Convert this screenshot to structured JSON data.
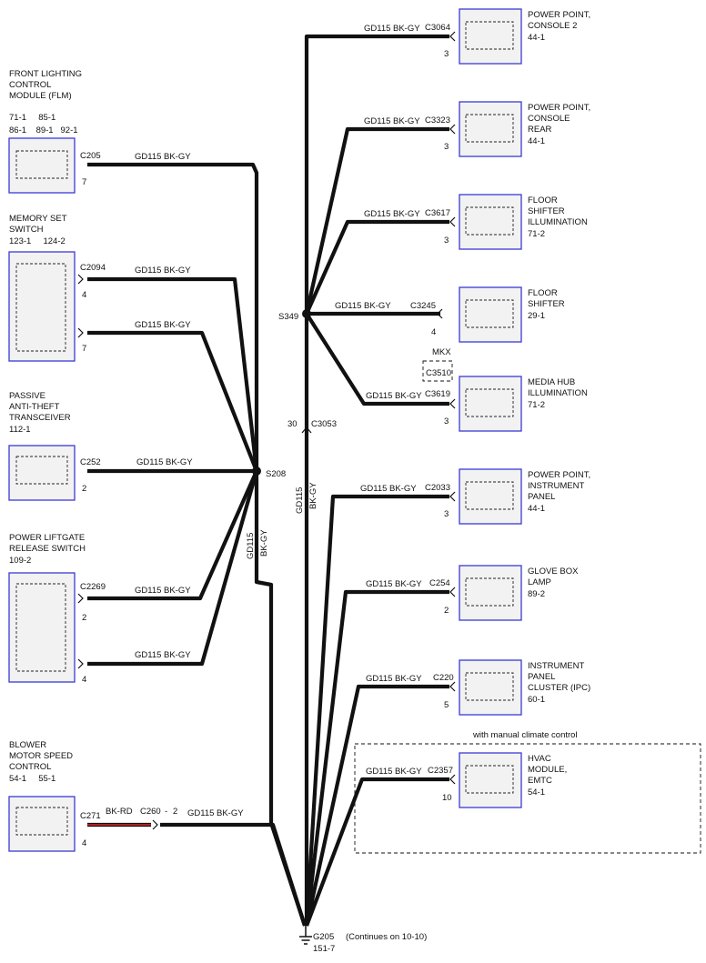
{
  "left_modules": [
    {
      "id": "flm",
      "lines": [
        "FRONT LIGHTING",
        "CONTROL",
        "MODULE (FLM)",
        "71-1     85-1",
        "86-1    89-1   92-1"
      ],
      "connector": "C205",
      "pins": [
        "7"
      ]
    },
    {
      "id": "memory",
      "lines": [
        "MEMORY SET",
        "SWITCH",
        "123-1     124-2"
      ],
      "connector": "C2094",
      "pins": [
        "4",
        "7"
      ]
    },
    {
      "id": "pats",
      "lines": [
        "PASSIVE",
        "ANTI-THEFT",
        "TRANSCEIVER",
        "112-1"
      ],
      "connector": "C252",
      "pins": [
        "2"
      ]
    },
    {
      "id": "liftgate",
      "lines": [
        "POWER LIFTGATE",
        "RELEASE SWITCH",
        "109-2"
      ],
      "connector": "C2269",
      "pins": [
        "2",
        "4"
      ]
    },
    {
      "id": "blower",
      "lines": [
        "BLOWER",
        "MOTOR SPEED",
        "CONTROL",
        "54-1     55-1"
      ],
      "connector": "C271",
      "pins": [
        "4"
      ]
    }
  ],
  "right_modules": [
    {
      "id": "pp_console2",
      "lines": [
        "POWER POINT,",
        "CONSOLE 2",
        "44-1"
      ],
      "connector": "C3064",
      "pin": "3"
    },
    {
      "id": "pp_console_rear",
      "lines": [
        "POWER POINT,",
        "CONSOLE",
        "REAR",
        "44-1"
      ],
      "connector": "C3323",
      "pin": "3"
    },
    {
      "id": "floor_shifter_illum",
      "lines": [
        "FLOOR",
        "SHIFTER",
        "ILLUMINATION",
        "71-2"
      ],
      "connector": "C3617",
      "pin": "3"
    },
    {
      "id": "floor_shifter",
      "lines": [
        "FLOOR",
        "SHIFTER",
        "29-1"
      ],
      "connector": "C3245",
      "pin": "4"
    },
    {
      "id": "media_hub",
      "lines": [
        "MEDIA HUB",
        "ILLUMINATION",
        "71-2"
      ],
      "connector": "C3619",
      "pin": "3"
    },
    {
      "id": "pp_ip",
      "lines": [
        "POWER POINT,",
        "INSTRUMENT",
        "PANEL",
        "44-1"
      ],
      "connector": "C2033",
      "pin": "3"
    },
    {
      "id": "glove_box",
      "lines": [
        "GLOVE BOX",
        "LAMP",
        "89-2"
      ],
      "connector": "C254",
      "pin": "2"
    },
    {
      "id": "ipc",
      "lines": [
        "INSTRUMENT",
        "PANEL",
        "CLUSTER (IPC)",
        "60-1"
      ],
      "connector": "C220",
      "pin": "5"
    },
    {
      "id": "hvac",
      "lines": [
        "HVAC",
        "MODULE,",
        "EMTC",
        "54-1"
      ],
      "connector": "C2357",
      "pin": "10"
    }
  ],
  "wires": {
    "circuit": "GD115",
    "color": "BK-GY",
    "blower_color": "BK-RD",
    "inline_connector": "C260",
    "inline_pin": "2",
    "inline_separator": "-"
  },
  "splices": {
    "s208": "S208",
    "s349": "S349"
  },
  "trunk_connector": {
    "name": "C3053",
    "pin": "30"
  },
  "media_hub_option": {
    "label": "MKX",
    "connector": "C3510"
  },
  "hvac_option_label": "with manual climate control",
  "ground": {
    "name": "G205",
    "ref": "151-7",
    "note": "(Continues on 10-10)"
  },
  "colors": {
    "module_border": "#3a3ad6",
    "module_fill": "#f2f2f2",
    "wire": "#111111",
    "blower_wire_core": "#b02020"
  }
}
